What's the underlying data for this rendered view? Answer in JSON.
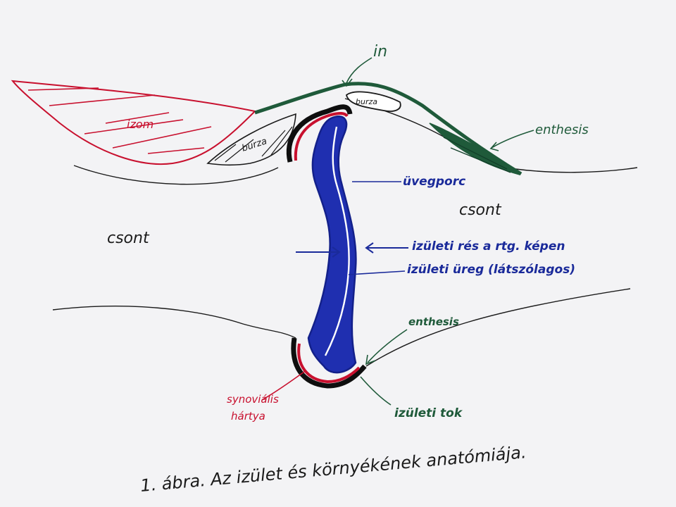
{
  "labels": {
    "in": "in",
    "burza_top": "burza",
    "izom": "izom",
    "burza_left": "burza",
    "enthesis_top": "enthesis",
    "uvegporc": "üvegporc",
    "csont_left": "csont",
    "csont_right": "csont",
    "izuleti_res": "izületi rés a rtg. képen",
    "izuleti_ureg": "izületi üreg (látszólagos)",
    "enthesis_bottom": "enthesis",
    "synovialis": "synoviális",
    "hartya": "hártya",
    "izuleti_tok": "izületi tok",
    "caption": "1. ábra. Az izület és környékének anatómiája."
  },
  "colors": {
    "ink_black": "#1a1a1a",
    "ink_green": "#1f5a3a",
    "ink_blue": "#1a2a9a",
    "ink_red": "#c8102e",
    "paper": "#f3f3f5"
  }
}
